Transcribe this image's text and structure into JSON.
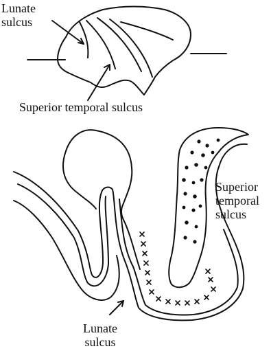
{
  "labels": {
    "lunate_top": [
      "Lunate",
      "sulcus"
    ],
    "superior_temporal_top": "Superior temporal sulcus",
    "superior_temporal_bottom": [
      "Superior",
      "temporal",
      "sulcus"
    ],
    "lunate_bottom": [
      "Lunate",
      "sulcus"
    ]
  },
  "colors": {
    "ink": "#111111",
    "background": "#ffffff"
  }
}
